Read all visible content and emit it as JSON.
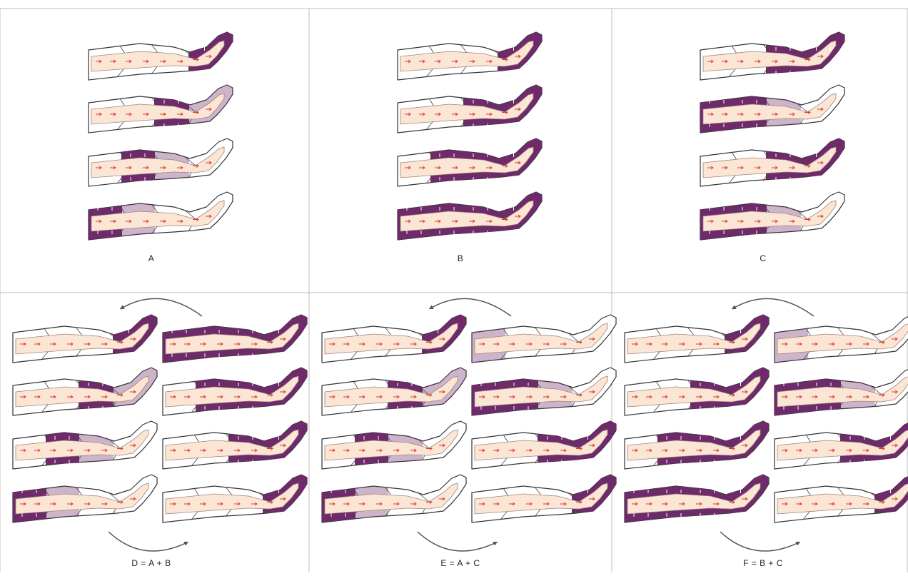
{
  "colors": {
    "cuff": "#6e2a6a",
    "cuff_edge": "#3f1a3c",
    "leg": "#fbe6d6",
    "leg_edge": "#a08478",
    "arrow": "#e03a2a",
    "grid": "#bdbdbd",
    "curve_arrow": "#555555"
  },
  "panels": [
    {
      "label": "A",
      "columns": [
        {
          "rows": [
            {
              "zones": [
                0,
                0,
                0,
                1
              ]
            },
            {
              "zones": [
                0,
                0,
                1,
                0.35
              ]
            },
            {
              "zones": [
                0,
                1,
                0.35,
                0
              ]
            },
            {
              "zones": [
                1,
                0.35,
                0,
                0
              ]
            }
          ]
        }
      ]
    },
    {
      "label": "B",
      "columns": [
        {
          "rows": [
            {
              "zones": [
                0,
                0,
                0,
                1
              ]
            },
            {
              "zones": [
                0,
                0,
                1,
                1
              ]
            },
            {
              "zones": [
                0,
                1,
                1,
                1
              ]
            },
            {
              "zones": [
                1,
                1,
                1,
                1
              ]
            }
          ]
        }
      ]
    },
    {
      "label": "C",
      "columns": [
        {
          "rows": [
            {
              "zones": [
                0,
                0,
                1,
                1
              ]
            },
            {
              "zones": [
                1,
                1,
                0.35,
                0
              ]
            },
            {
              "zones": [
                0,
                0,
                1,
                1
              ]
            },
            {
              "zones": [
                1,
                1,
                0.35,
                0
              ]
            }
          ]
        }
      ]
    },
    {
      "label": "D = A + B",
      "columns": [
        {
          "rows": [
            {
              "zones": [
                0,
                0,
                0,
                1
              ]
            },
            {
              "zones": [
                0,
                0,
                1,
                0.35
              ]
            },
            {
              "zones": [
                0,
                1,
                0.35,
                0
              ]
            },
            {
              "zones": [
                1,
                0.35,
                0,
                0
              ]
            }
          ]
        },
        {
          "rows": [
            {
              "zones": [
                1,
                1,
                1,
                1
              ]
            },
            {
              "zones": [
                0,
                1,
                1,
                1
              ]
            },
            {
              "zones": [
                0,
                0,
                1,
                1
              ]
            },
            {
              "zones": [
                0,
                0,
                0,
                1
              ]
            }
          ]
        }
      ]
    },
    {
      "label": "E = A + C",
      "columns": [
        {
          "rows": [
            {
              "zones": [
                0,
                0,
                0,
                1
              ]
            },
            {
              "zones": [
                0,
                0,
                1,
                0.35
              ]
            },
            {
              "zones": [
                0,
                1,
                0.35,
                0
              ]
            },
            {
              "zones": [
                1,
                0.35,
                0,
                0
              ]
            }
          ]
        },
        {
          "rows": [
            {
              "zones": [
                0.35,
                0,
                0,
                0
              ]
            },
            {
              "zones": [
                1,
                1,
                0.35,
                0
              ]
            },
            {
              "zones": [
                0,
                0,
                1,
                1
              ]
            },
            {
              "zones": [
                0,
                0,
                0,
                1
              ]
            }
          ]
        }
      ]
    },
    {
      "label": "F = B + C",
      "columns": [
        {
          "rows": [
            {
              "zones": [
                0,
                0,
                0,
                1
              ]
            },
            {
              "zones": [
                0,
                0,
                1,
                1
              ]
            },
            {
              "zones": [
                0,
                1,
                1,
                1
              ]
            },
            {
              "zones": [
                1,
                1,
                1,
                1
              ]
            }
          ]
        },
        {
          "rows": [
            {
              "zones": [
                0.35,
                0,
                0,
                0
              ]
            },
            {
              "zones": [
                1,
                1,
                0.35,
                0
              ]
            },
            {
              "zones": [
                0,
                0,
                1,
                1
              ]
            },
            {
              "zones": [
                0,
                0,
                0,
                1
              ]
            }
          ]
        }
      ]
    }
  ]
}
